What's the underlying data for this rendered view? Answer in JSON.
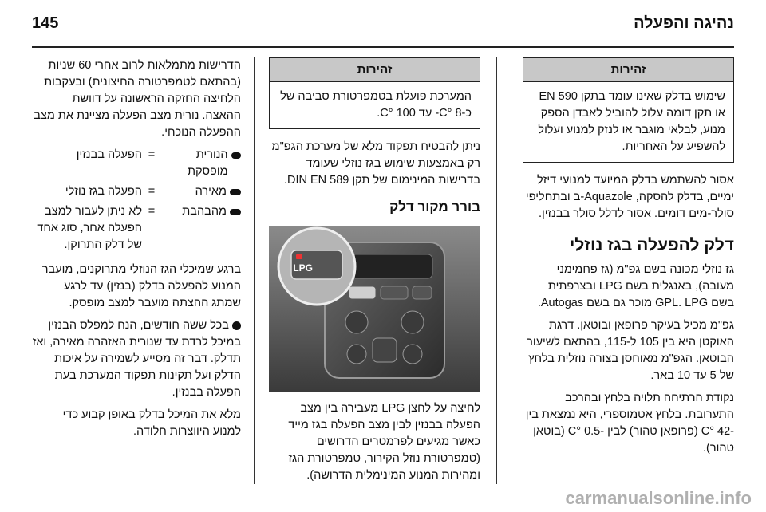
{
  "header": {
    "title": "נהיגה והפעלה",
    "page_number": "145"
  },
  "col_right": {
    "warning_title": "זהירות",
    "warning_text": "שימוש בדלק שאינו עומד בתקן EN 590 או תקן דומה עלול להוביל לאבדן הספק מנוע, לבלאי מוגבר או לנזק למנוע ועלול להשפיע על האחריות.",
    "p1": "אסור להשתמש בדלק המיועד למנועי דיזל ימיים, בדלק להסקה, Aquazole-ב ובתחליפי סולר-מים דומים. אסור לדלל סולר בבנזין.",
    "section_title": "דלק להפעלה בגז נוזלי",
    "p2": "גז נוזלי מכונה בשם גפ\"מ (גז פחמימני מעובה), באנגלית בשם LPG ובצרפתית בשם GPL. LPG מוכר גם בשם Autogas.",
    "p3": "גפ\"מ מכיל בעיקר פרופאן ובוטאן. דרגת האוקטן היא בין 105 ל-115, בהתאם לשיעור הבוטאן. הגפ\"מ מאוחסן בצורה נוזלית בלחץ של 5 עד 10 באר.",
    "p4": "נקודת הרתיחה תלויה בלחץ ובהרכב התערובת. בלחץ אטמוספרי, היא נמצאת בין -42 °C (פרופאן טהור) לבין -0.5 °C (בוטאן טהור)."
  },
  "col_middle": {
    "warning_title": "זהירות",
    "warning_text": "המערכת פועלת בטמפרטורת סביבה של כ-8 °C- עד 100 °C.",
    "p1": "ניתן להבטיח תפקוד מלא של מערכת הגפ\"מ רק באמצעות שימוש בגז נוזלי שעומד בדרישות המינימום של תקן DIN EN 589.",
    "sub_title": "בורר מקור דלק",
    "figure_label": "LPG",
    "p2": "לחיצה על לחצן LPG מעבירה בין מצב הפעלה בבנזין לבין מצב הפעלה בגז מייד כאשר מגיעים לפרמטרים הדרושים (טמפרטורת נוזל הקירור, טמפרטורת הגז ומהירות המנוע המינימלית הדרושה)."
  },
  "col_left": {
    "p1": "הדרישות מתמלאות לרוב אחרי 60 שניות (בהתאם לטמפרטורה החיצונית) ובעקבות הלחיצה החזקה הראשונה על דוושת ההאצה. נורית מצב הפעלה מציינת את מצב ההפעלה הנוכחי.",
    "table": [
      {
        "label": "הנורית מופסקת",
        "eq": "=",
        "value": "הפעלה בבנזין"
      },
      {
        "label": "מאירה",
        "eq": "=",
        "value": "הפעלה בגז נוזלי"
      },
      {
        "label": "מהבהבת",
        "eq": "=",
        "value": "לא ניתן לעבור למצב הפעלה אחר, סוג אחד של דלק התרוקן."
      }
    ],
    "p2": "ברגע שמיכלי הגז הנוזלי מתרוקנים, מועבר המנוע להפעלה בדלק (בנזין) עד לרגע שמתג ההצתה מועבר למצב מופסק.",
    "p3": "בכל ששה חודשים, הנח למפלס הבנזין במיכל לרדת עד שנורית האזהרה מאירה, ואז תדלק. דבר זה מסייע לשמירה על איכות הדלק ועל תקינות תפקוד המערכת בעת הפעלה בבנזין.",
    "p4": "מלא את המיכל בדלק באופן קבוע כדי למנוע היווצרות חלודה."
  },
  "watermark": "carmanualsonline.info"
}
